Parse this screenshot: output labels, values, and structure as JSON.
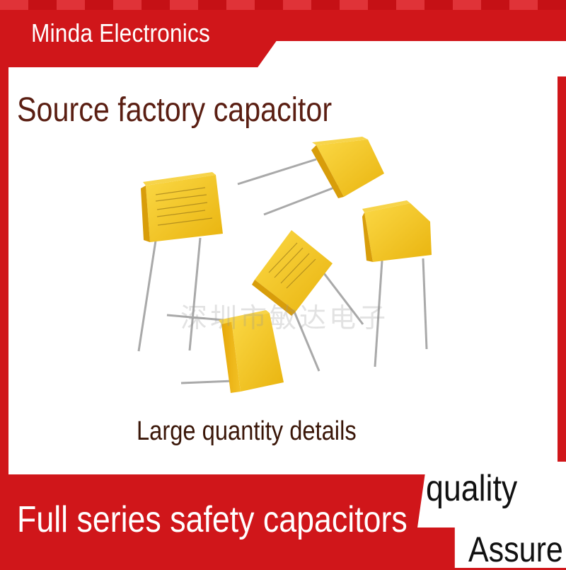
{
  "banner": {
    "brand": "Minda Electronics",
    "headline": "Source factory capacitor",
    "details": "Large quantity details",
    "bottom_line": "Full series safety capacitors",
    "badge_top": "quality",
    "badge_bottom": "Assure"
  },
  "photo": {
    "subject": "yellow safety capacitors",
    "watermark": "深圳市敏达电子"
  },
  "colors": {
    "brand_red": "#d0161a",
    "capacitor_yellow": "#f5c518",
    "headline_brown": "#5a1e12"
  }
}
